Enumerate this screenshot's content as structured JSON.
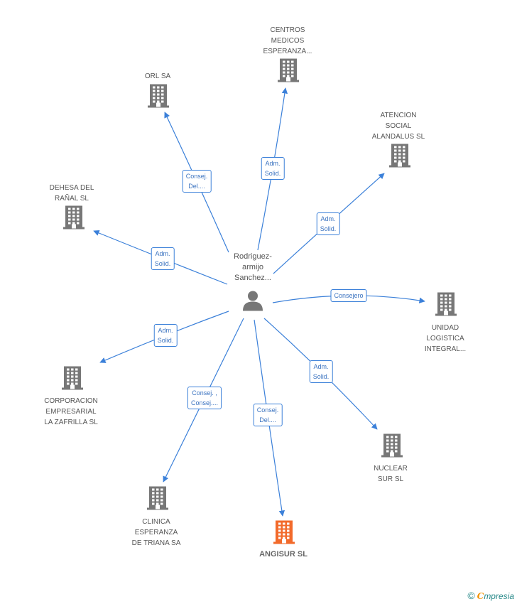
{
  "center": {
    "name_lines": [
      "Rodriguez-",
      "armijo",
      "Sanchez..."
    ],
    "icon": "person-icon"
  },
  "nodes": [
    {
      "id": "centros",
      "lines": [
        "CENTROS",
        "MEDICOS",
        "ESPERANZA..."
      ],
      "icon": "building-icon",
      "main": false
    },
    {
      "id": "orl",
      "lines": [
        "ORL SA"
      ],
      "icon": "building-icon",
      "main": false
    },
    {
      "id": "atencion",
      "lines": [
        "ATENCION",
        "SOCIAL",
        "ALANDALUS SL"
      ],
      "icon": "building-icon",
      "main": false
    },
    {
      "id": "dehesa",
      "lines": [
        "DEHESA DEL",
        "RAÑAL SL"
      ],
      "icon": "building-icon",
      "main": false
    },
    {
      "id": "unidad",
      "lines": [
        "UNIDAD",
        "LOGISTICA",
        "INTEGRAL..."
      ],
      "icon": "building-icon",
      "main": false
    },
    {
      "id": "corporacion",
      "lines": [
        "CORPORACION",
        "EMPRESARIAL",
        "LA ZAFRILLA SL"
      ],
      "icon": "building-icon",
      "main": false
    },
    {
      "id": "nuclear",
      "lines": [
        "NUCLEAR",
        "SUR SL"
      ],
      "icon": "building-icon",
      "main": false
    },
    {
      "id": "clinica",
      "lines": [
        "CLINICA",
        "ESPERANZA",
        "DE TRIANA SA"
      ],
      "icon": "building-icon",
      "main": false
    },
    {
      "id": "angisur",
      "lines": [
        "ANGISUR SL"
      ],
      "icon": "building-icon",
      "main": true
    }
  ],
  "edges": [
    {
      "to": "centros",
      "lines": [
        "Adm.",
        "Solid."
      ]
    },
    {
      "to": "orl",
      "lines": [
        "Consej.",
        "Del...."
      ]
    },
    {
      "to": "atencion",
      "lines": [
        "Adm.",
        "Solid."
      ]
    },
    {
      "to": "dehesa",
      "lines": [
        "Adm.",
        "Solid."
      ]
    },
    {
      "to": "unidad",
      "lines": [
        "Consejero"
      ]
    },
    {
      "to": "corporacion",
      "lines": [
        "Adm.",
        "Solid."
      ]
    },
    {
      "to": "nuclear",
      "lines": [
        "Adm.",
        "Solid."
      ]
    },
    {
      "to": "clinica",
      "lines": [
        "Consej. ,",
        "Consej...."
      ]
    },
    {
      "to": "angisur",
      "lines": [
        "Consej.",
        "Del...."
      ]
    }
  ],
  "colors": {
    "edge": "#3b80d9",
    "building": "#777777",
    "building_main": "#f26a2b",
    "person": "#777777"
  },
  "footer": {
    "copyright": "©",
    "brand_first": "C",
    "brand_rest": "mpresia"
  }
}
